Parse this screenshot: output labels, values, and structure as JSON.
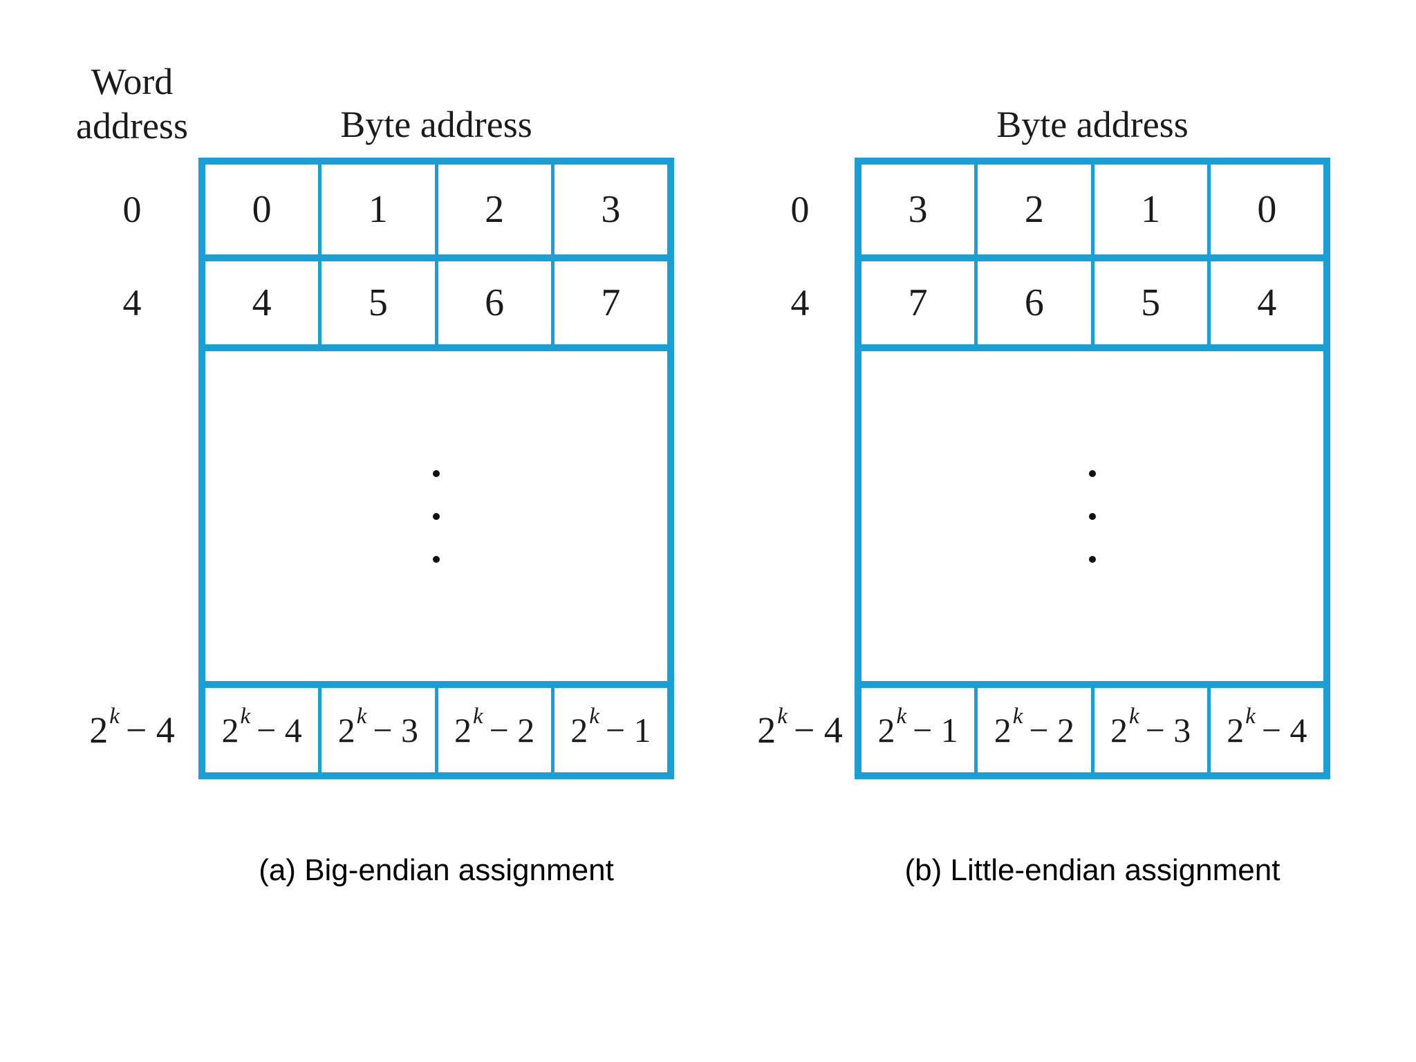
{
  "page": {
    "background": "#ffffff",
    "accent_color": "#1a9fd5",
    "text_color": "#1b1b1b",
    "caption_color": "#000000"
  },
  "word_address_header": {
    "line1": "Word",
    "line2": "address"
  },
  "diagram_a": {
    "byte_address_header": "Byte address",
    "word_addresses": {
      "row0": "0",
      "row1": "4",
      "last": {
        "base": "2",
        "exp": "k",
        "offset": "− 4"
      }
    },
    "byte_rows": {
      "row0": [
        "0",
        "1",
        "2",
        "3"
      ],
      "row1": [
        "4",
        "5",
        "6",
        "7"
      ]
    },
    "last_row": [
      {
        "base": "2",
        "exp": "k",
        "offset": "− 4"
      },
      {
        "base": "2",
        "exp": "k",
        "offset": "− 3"
      },
      {
        "base": "2",
        "exp": "k",
        "offset": "− 2"
      },
      {
        "base": "2",
        "exp": "k",
        "offset": "− 1"
      }
    ],
    "caption": "(a) Big-endian assignment"
  },
  "diagram_b": {
    "byte_address_header": "Byte address",
    "word_addresses": {
      "row0": "0",
      "row1": "4",
      "last": {
        "base": "2",
        "exp": "k",
        "offset": "− 4"
      }
    },
    "byte_rows": {
      "row0": [
        "3",
        "2",
        "1",
        "0"
      ],
      "row1": [
        "7",
        "6",
        "5",
        "4"
      ]
    },
    "last_row": [
      {
        "base": "2",
        "exp": "k",
        "offset": "− 1"
      },
      {
        "base": "2",
        "exp": "k",
        "offset": "− 2"
      },
      {
        "base": "2",
        "exp": "k",
        "offset": "− 3"
      },
      {
        "base": "2",
        "exp": "k",
        "offset": "− 4"
      }
    ],
    "caption": "(b) Little-endian assignment"
  }
}
